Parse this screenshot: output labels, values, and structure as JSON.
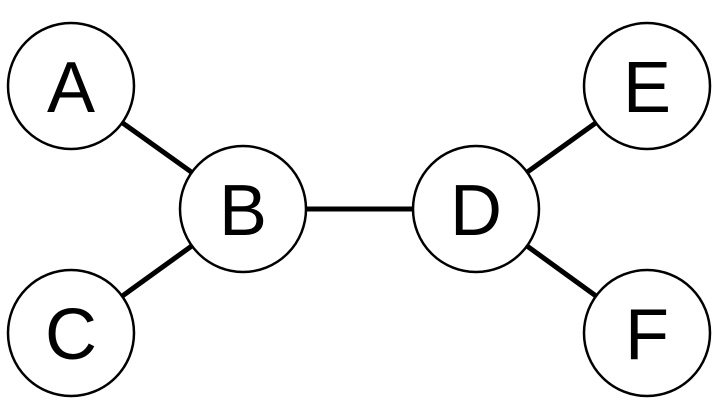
{
  "diagram": {
    "type": "graph",
    "nodes": [
      {
        "id": "A",
        "label": "A"
      },
      {
        "id": "B",
        "label": "B"
      },
      {
        "id": "C",
        "label": "C"
      },
      {
        "id": "D",
        "label": "D"
      },
      {
        "id": "E",
        "label": "E"
      },
      {
        "id": "F",
        "label": "F"
      }
    ],
    "edges": [
      {
        "from": "A",
        "to": "B"
      },
      {
        "from": "C",
        "to": "B"
      },
      {
        "from": "B",
        "to": "D"
      },
      {
        "from": "D",
        "to": "E"
      },
      {
        "from": "D",
        "to": "F"
      }
    ],
    "colors": {
      "stroke": "#000000",
      "fill": "#ffffff",
      "text": "#000000"
    }
  }
}
